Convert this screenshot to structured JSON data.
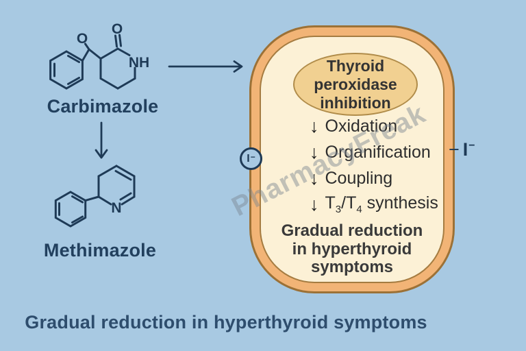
{
  "molecules": {
    "carbimazole": {
      "label": "Carbimazole",
      "atoms": {
        "ester_o": "O",
        "carbonyl_o": "O",
        "nh": "NH"
      }
    },
    "methimazole": {
      "label": "Methimazole",
      "atoms": {
        "n": "N"
      }
    }
  },
  "cell": {
    "ellipse": {
      "lines": [
        "Thyroid",
        "peroxidase",
        "inhibition"
      ]
    },
    "effects": [
      {
        "arrow": "↓",
        "label": "Oxidation"
      },
      {
        "arrow": "↓",
        "label": "Organification"
      },
      {
        "arrow": "↓",
        "label": "Coupling"
      },
      {
        "arrow": "↓",
        "label_t": "T",
        "sub3": "3",
        "slash": "/T",
        "sub4": "4",
        "label_rest": " synthesis"
      }
    ],
    "result_lines": [
      "Gradual reduction",
      "in hyperthyroid",
      "symptoms"
    ]
  },
  "iodide": {
    "membrane": {
      "element": "I",
      "charge": "−"
    },
    "external": {
      "bond": "−",
      "element": "I",
      "charge": "−"
    }
  },
  "watermark": "PharmacyFreak",
  "caption": "Gradual reduction in hyperthyroid symptoms",
  "colors": {
    "background": "#a8c9e2",
    "cell_band": "#f2b476",
    "cell_border": "#9c7136",
    "cell_interior": "#fcf1d6",
    "ellipse_fill": "#f1d091",
    "ellipse_border": "#b08c4a",
    "structure_stroke": "#1e3a56",
    "list_text": "#2d2d2d",
    "label_text": "#22405e",
    "caption_text": "#2e4d6d"
  }
}
